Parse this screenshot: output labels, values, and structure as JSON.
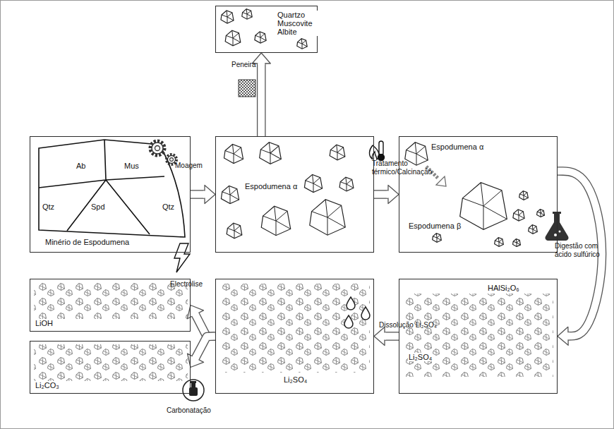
{
  "diagram": {
    "nodes": [
      {
        "text": [
          "Minério de Espodumena"
        ]
      },
      {
        "text": [
          "Espodumena α"
        ]
      },
      {
        "text": [
          "Quartzo Muscovite Albite"
        ]
      },
      {
        "text": [
          "Espodumena α",
          "Espodumena β"
        ]
      },
      {
        "text": [
          "HAlSi₂O₆",
          "Li₂SO₄"
        ]
      },
      {
        "text": [
          "Li₂SO₄"
        ]
      },
      {
        "text": [
          "LiOH"
        ]
      },
      {
        "text": [
          "Li₂CO₃"
        ]
      }
    ],
    "edges": [
      {
        "from": 0,
        "to": 1,
        "arrow": "to",
        "label": "Moagem"
      },
      {
        "from": 1,
        "to": 2,
        "arrow": "to",
        "label": "Peneira"
      },
      {
        "from": 1,
        "to": 3,
        "arrow": "to",
        "label": "Tratamento térmico/Calcinação"
      },
      {
        "from": 3,
        "to": 4,
        "arrow": "to",
        "label": "Digestão com ácido sulfúrico"
      },
      {
        "from": 4,
        "to": 5,
        "arrow": "to",
        "label": "Dissolução Li₂SO₄"
      },
      {
        "from": 5,
        "to": 6,
        "arrow": "to",
        "label": "Electrólise"
      },
      {
        "from": 5,
        "to": 7,
        "arrow": "to",
        "label": "Carbonatação"
      }
    ],
    "labels": [
      "Ab",
      "Mus",
      "Qtz",
      "Spd",
      "Qtz"
    ]
  }
}
